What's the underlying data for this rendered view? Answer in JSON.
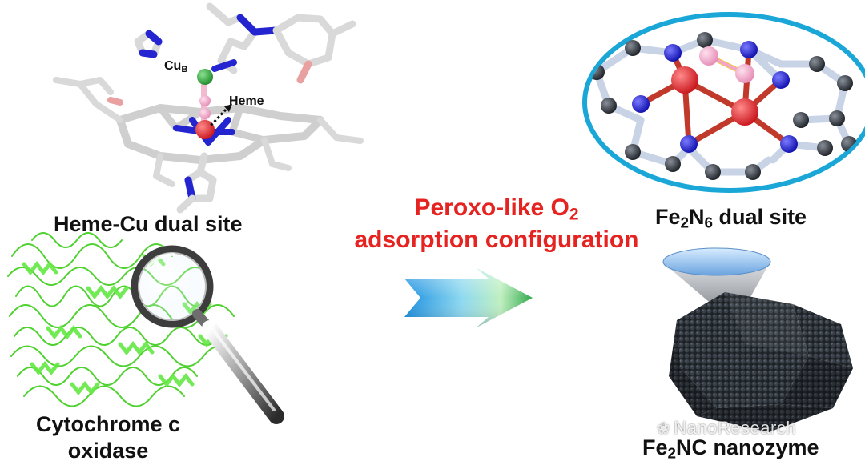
{
  "labels": {
    "cub_prefix": "Cu",
    "cub_sub": "B",
    "heme": "Heme",
    "heme_cu_site": "Heme-Cu dual site",
    "peroxo_prefix": "Peroxo-like O",
    "peroxo_sub": "2",
    "adsorption": "adsorption configuration",
    "fe2n6_fe": "Fe",
    "fe2n6_sub2": "2",
    "fe2n6_n": "N",
    "fe2n6_sub6": "6",
    "fe2n6_rest": " dual site",
    "cyto_line1": "Cytochrome c",
    "cyto_line2": "oxidase",
    "fenc_fe": "Fe",
    "fenc_sub": "2",
    "fenc_rest": "NC nanozyme"
  },
  "watermark": {
    "icon": "wechat-icon",
    "text": "NanoResearch"
  },
  "colors": {
    "highlight_text": "#e52321",
    "iron_atom": "#e0262b",
    "nitrogen_atom": "#1b1bd6",
    "carbon_atom": "#2e3440",
    "oxygen_atom": "#f2a6c9",
    "copper_atom": "#2faa3a",
    "protein_ribbon": "#55e03a",
    "ellipse_border": "#1aa7d8"
  }
}
